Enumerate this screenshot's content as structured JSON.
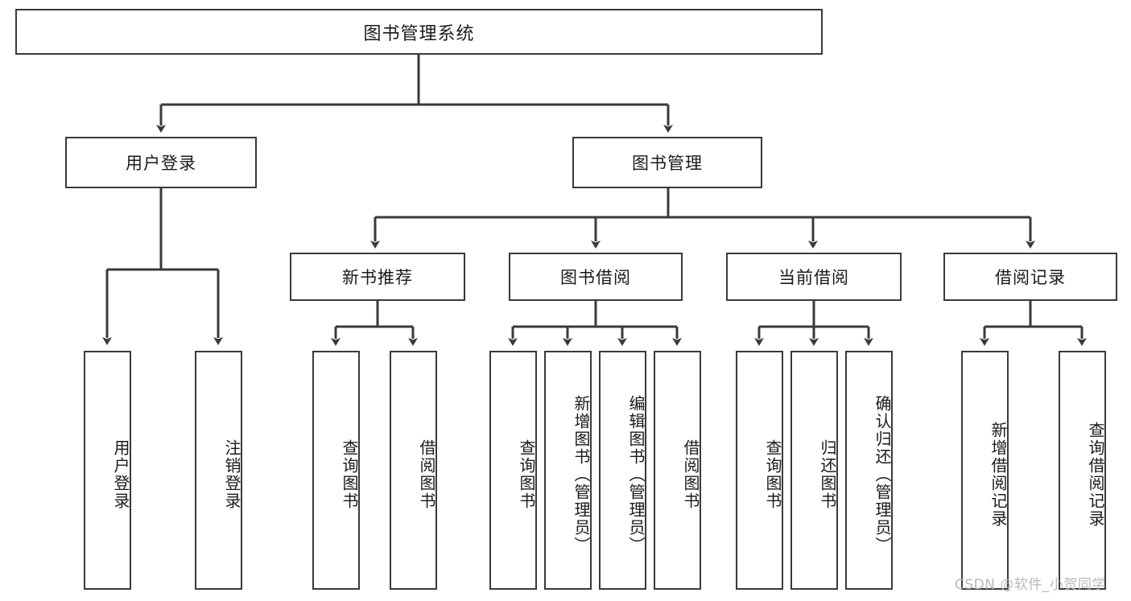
{
  "diagram": {
    "type": "hierarchy-tree",
    "title": "图书管理系统",
    "root": {
      "label": "图书管理系统"
    },
    "level1": [
      {
        "id": "user-login",
        "label": "用户登录"
      },
      {
        "id": "book-manage",
        "label": "图书管理"
      }
    ],
    "level2": [
      {
        "id": "new-book-recommend",
        "label": "新书推荐",
        "parent": "book-manage"
      },
      {
        "id": "book-borrow",
        "label": "图书借阅",
        "parent": "book-manage"
      },
      {
        "id": "current-borrow",
        "label": "当前借阅",
        "parent": "book-manage"
      },
      {
        "id": "borrow-record",
        "label": "借阅记录",
        "parent": "book-manage"
      }
    ],
    "leaves": {
      "user_login": [
        {
          "id": "leaf-user-login",
          "label": "用户登录"
        },
        {
          "id": "leaf-logout-login",
          "label": "注销登录"
        }
      ],
      "new_book_recommend": [
        {
          "id": "leaf-query-book-1",
          "label": "查询图书"
        },
        {
          "id": "leaf-borrow-book-1",
          "label": "借阅图书"
        }
      ],
      "book_borrow": [
        {
          "id": "leaf-query-book-2",
          "label": "查询图书"
        },
        {
          "id": "leaf-add-book",
          "label": "新增图书（管理员）"
        },
        {
          "id": "leaf-edit-book",
          "label": "编辑图书（管理员）"
        },
        {
          "id": "leaf-borrow-book-2",
          "label": "借阅图书"
        }
      ],
      "current_borrow": [
        {
          "id": "leaf-query-book-3",
          "label": "查询图书"
        },
        {
          "id": "leaf-return-book",
          "label": "归还图书"
        },
        {
          "id": "leaf-confirm-return",
          "label": "确认归还（管理员）"
        }
      ],
      "borrow_record": [
        {
          "id": "leaf-add-record",
          "label": "新增借阅记录"
        },
        {
          "id": "leaf-query-record",
          "label": "查询借阅记录"
        }
      ]
    },
    "colors": {
      "stroke": "#3a3a3a",
      "fill": "#ffffff",
      "text": "#1a1a1a",
      "watermark": "#b9b9b9"
    }
  },
  "watermark": {
    "text": "CSDN @软件_小贺同学"
  }
}
